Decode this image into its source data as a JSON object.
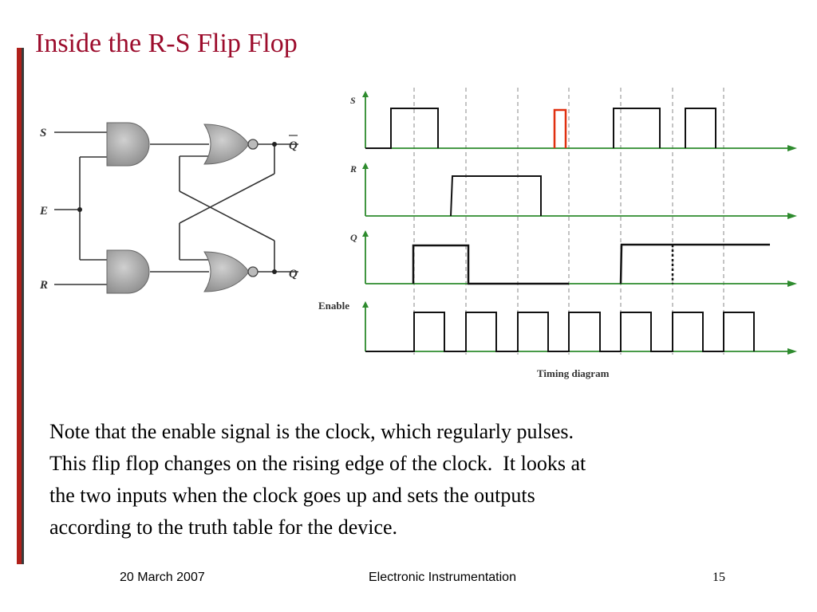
{
  "title": "Inside the R-S Flip Flop",
  "circuit": {
    "labels": {
      "s": "S",
      "e": "E",
      "r": "R",
      "q_bar": "Q",
      "q": "Q"
    }
  },
  "timing": {
    "signals": [
      "S",
      "R",
      "Q",
      "Enable"
    ],
    "caption": "Timing diagram",
    "colors": {
      "axis": "#2e8b2e",
      "pulse": "#111111",
      "glitch": "#e03010",
      "arrow": "#2e8b2e"
    }
  },
  "body": {
    "lines": [
      "Note that the enable signal is the clock, which regularly pulses.",
      "This flip flop changes on the rising edge of the clock.  It looks at",
      "the two inputs when the clock goes up and sets the outputs",
      "according to the truth table for the device."
    ]
  },
  "footer": {
    "date": "20 March 2007",
    "course": "Electronic Instrumentation",
    "page": "15"
  }
}
